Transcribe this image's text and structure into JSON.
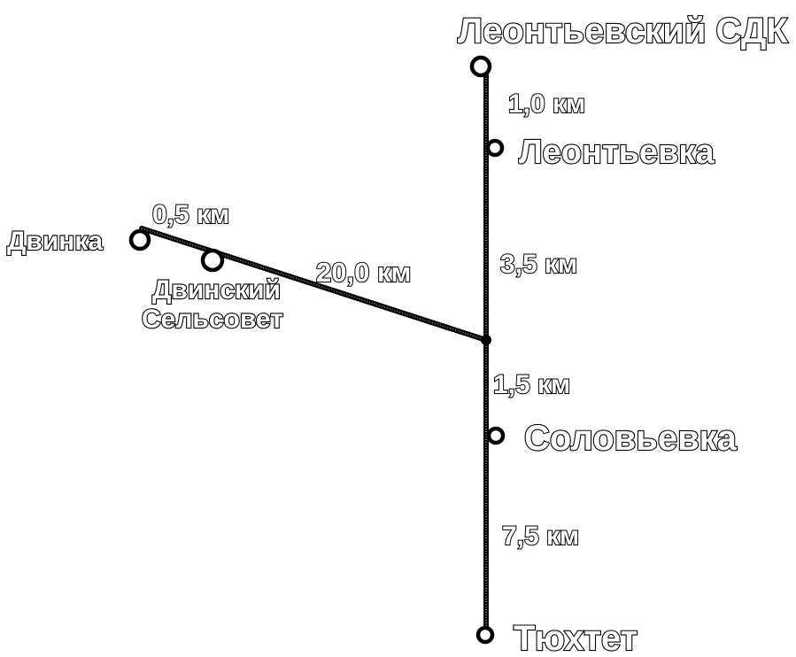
{
  "stations": {
    "leontyevsky_sdk": "Леонтьевский СДК",
    "leontyevka": "Леонтьевка",
    "dvinka": "Двинка",
    "dvinsky_line1": "Двинский",
    "dvinsky_line2": "Сельсовет",
    "solovyevka": "Соловьевка",
    "tyukhtet": "Тюхтет"
  },
  "distances": {
    "sdk_to_leontyevka": "1,0 км",
    "leontyevka_to_junction": "3,5 км",
    "dvinka_to_dvinsky": "0,5 км",
    "dvinsky_to_junction": "20,0 км",
    "junction_to_solovyevka": "1,5 км",
    "solovyevka_to_tyukhtet": "7,5 км"
  }
}
